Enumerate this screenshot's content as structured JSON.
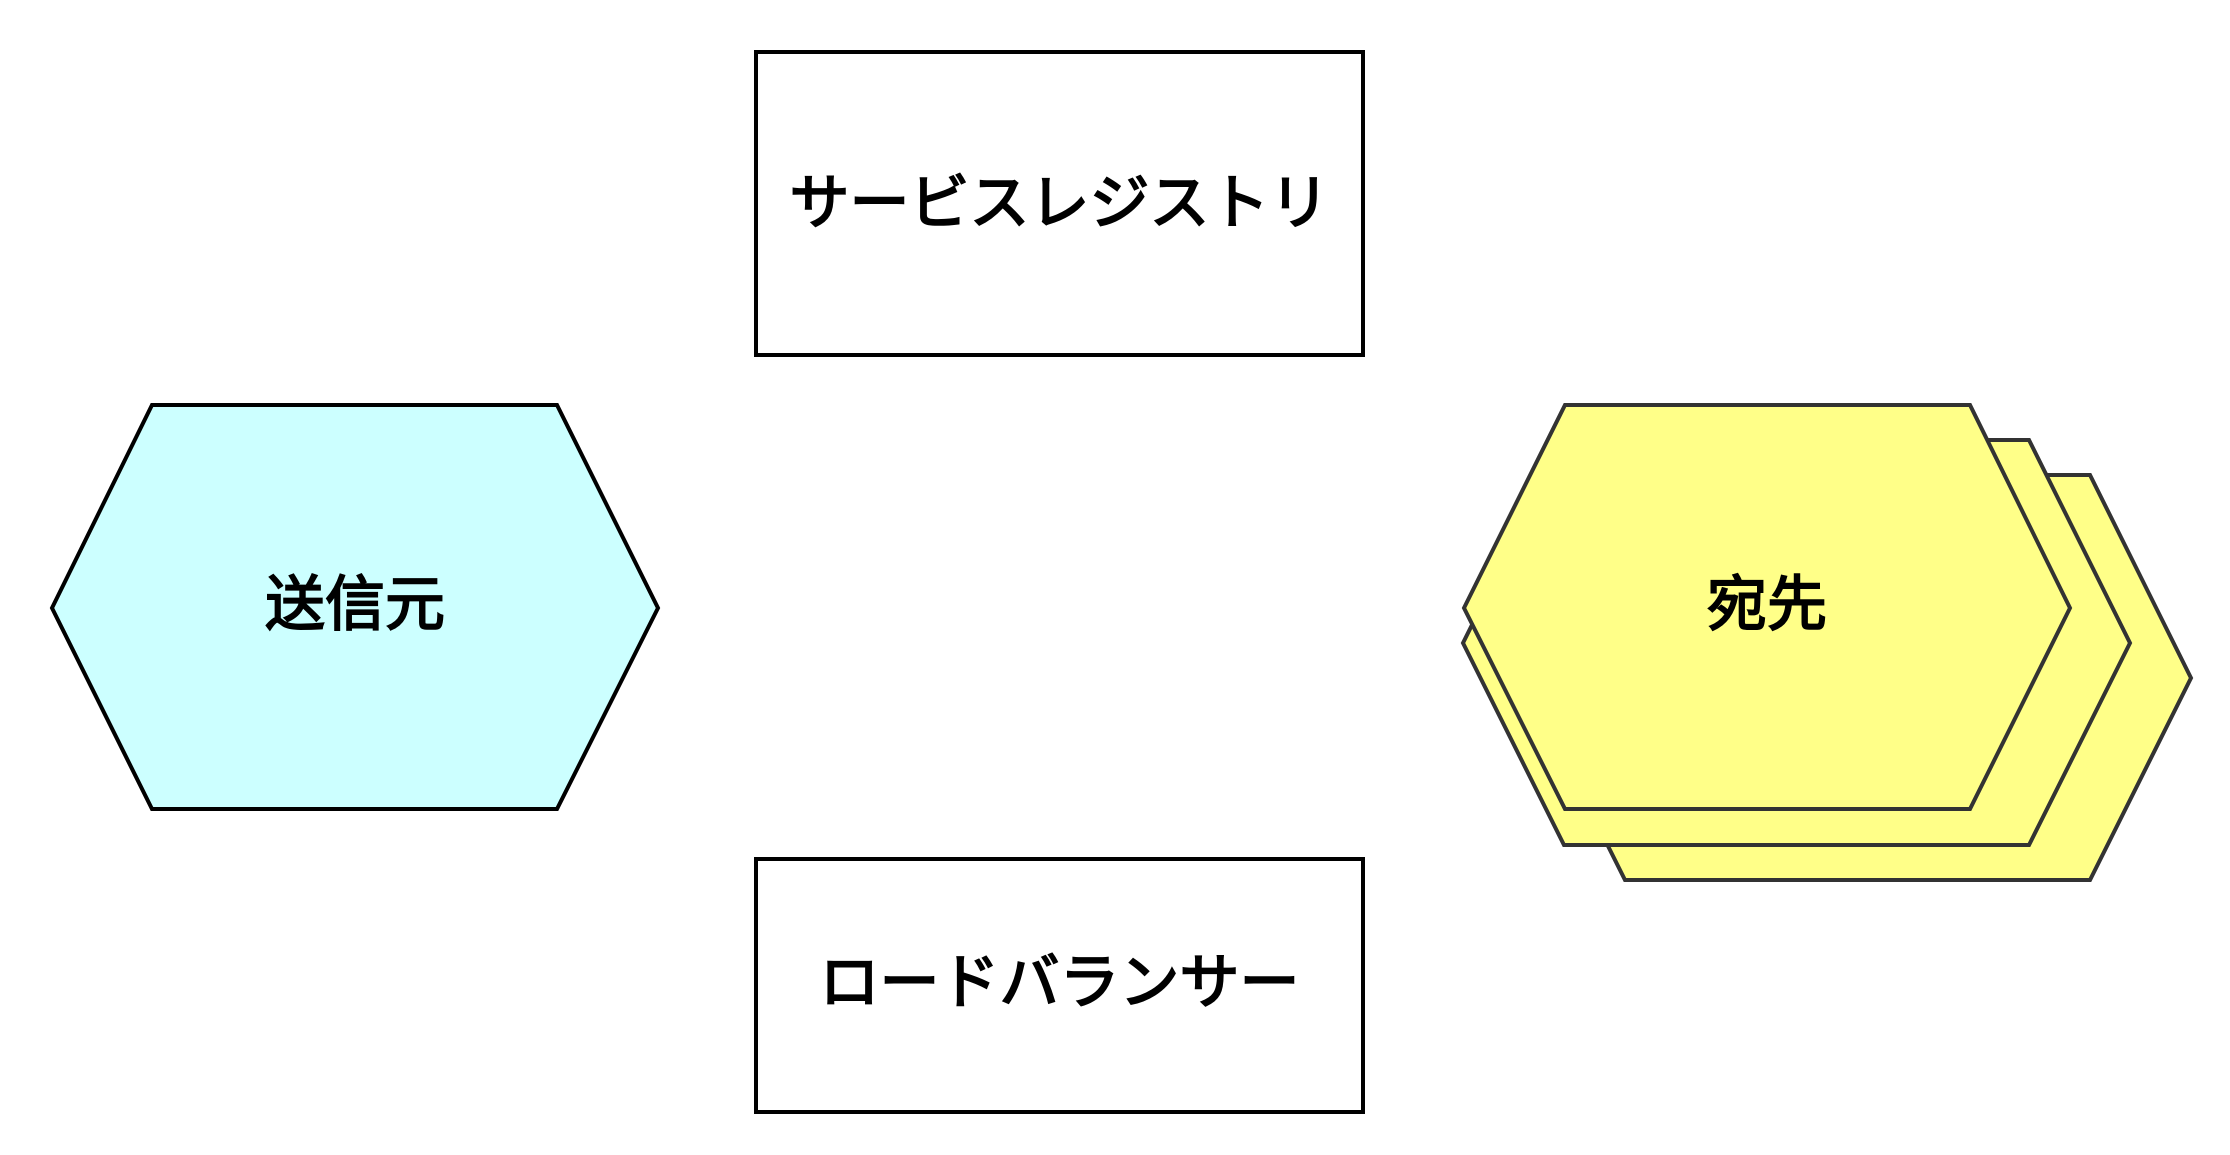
{
  "nodes": {
    "service_registry": {
      "label": "サービスレジストリ"
    },
    "source": {
      "label": "送信元",
      "fill": "#ccffff"
    },
    "destination": {
      "label": "宛先",
      "fill": "#ffff88"
    },
    "load_balancer": {
      "label": "ロードバランサー"
    }
  },
  "colors": {
    "stroke_primary": "#000000",
    "stroke_stack": "#333333",
    "box_fill": "#ffffff"
  }
}
